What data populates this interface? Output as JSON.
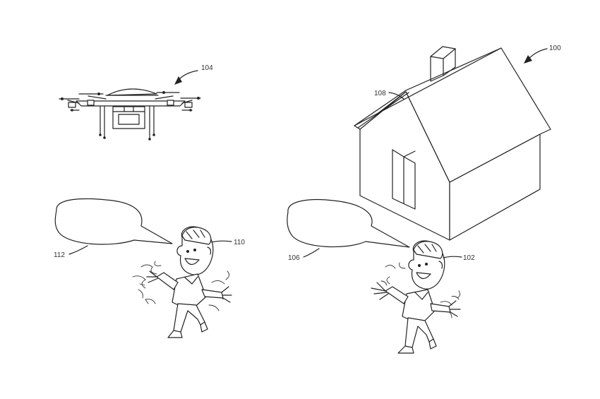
{
  "labels": {
    "system": "100",
    "person_right": "102",
    "drone": "104",
    "bubble_right": "106",
    "house": "108",
    "person_left": "110",
    "bubble_left": "112"
  }
}
